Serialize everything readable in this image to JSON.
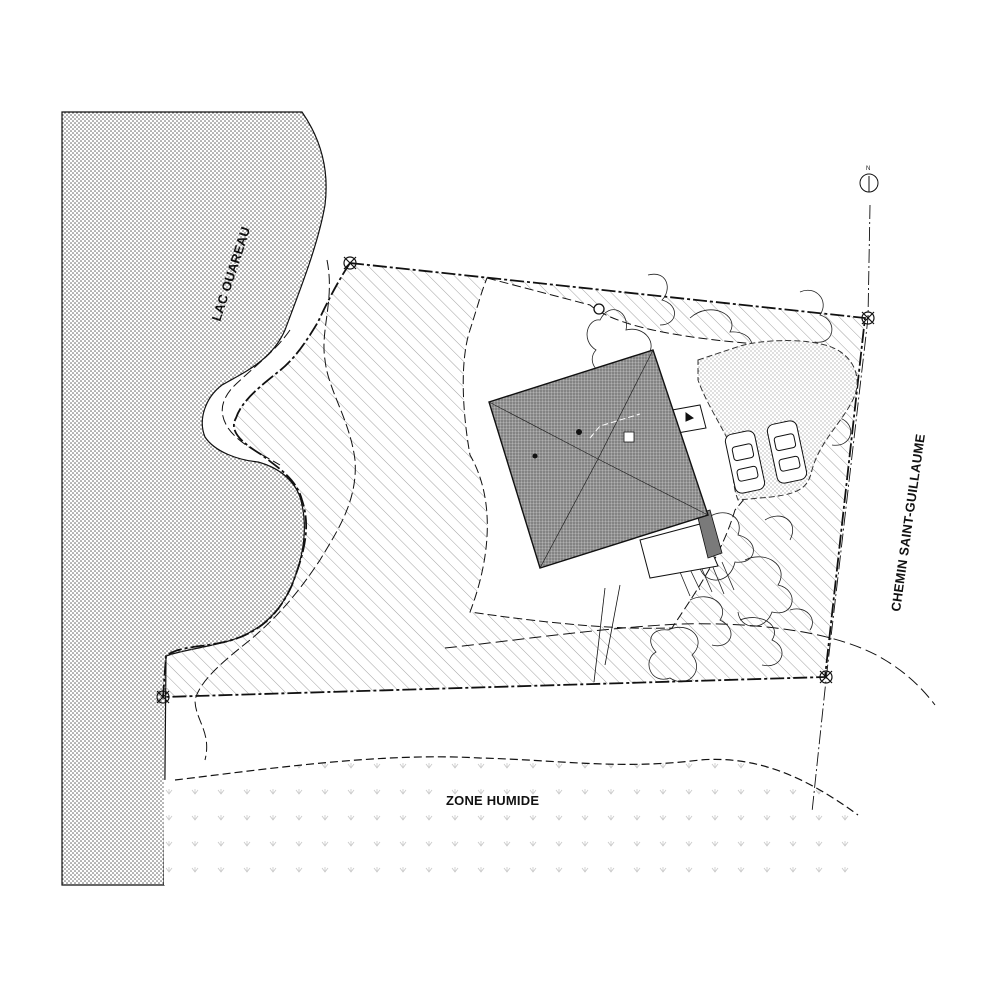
{
  "labels": {
    "lake": "LAC OUAREAU",
    "road": "CHEMIN SAINT-GUILLAUME",
    "wetland": "ZONE HUMIDE",
    "north": "N"
  },
  "colors": {
    "line": "#111111",
    "roof": "#8f8f8f",
    "hatch": "#8a8a8a",
    "water": "#9a9a9a",
    "gravel": "#bdbdbd",
    "vegetation": "#b5b5b5"
  }
}
